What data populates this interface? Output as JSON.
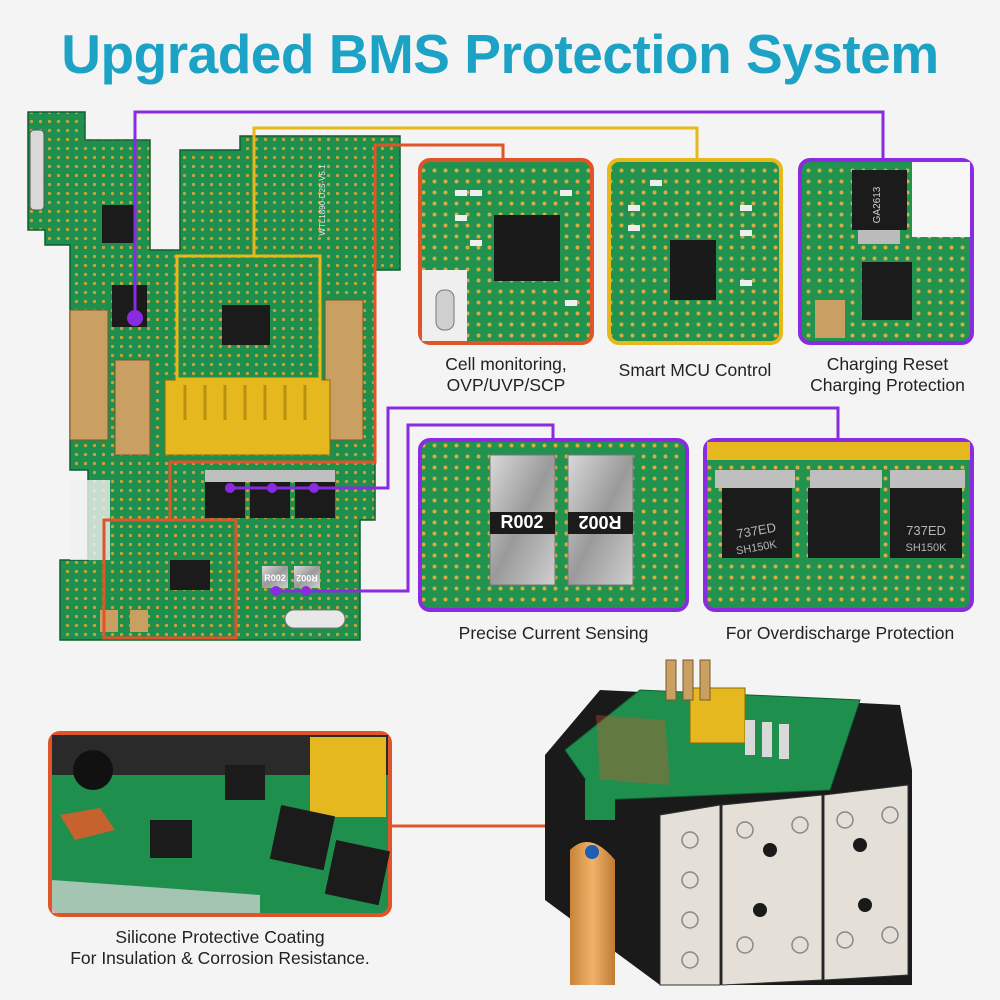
{
  "title": "Upgraded BMS Protection System",
  "colors": {
    "title": "#1ba2c4",
    "orange": "#e0542a",
    "yellow": "#e8b71a",
    "purple": "#8a2be2",
    "pcb": "#1f8f4e"
  },
  "features": [
    {
      "id": "cell",
      "lines": [
        "Cell monitoring,",
        "OVP/UVP/SCP"
      ],
      "border": "orange"
    },
    {
      "id": "mcu",
      "lines": [
        "Smart MCU Control"
      ],
      "border": "yellow"
    },
    {
      "id": "reset",
      "lines": [
        "Charging Reset",
        "Charging Protection"
      ],
      "border": "purple"
    },
    {
      "id": "current",
      "lines": [
        "Precise Current Sensing"
      ],
      "border": "purple"
    },
    {
      "id": "overdischarge",
      "lines": [
        "For Overdischarge Protection"
      ],
      "border": "purple"
    },
    {
      "id": "coating",
      "lines": [
        "Silicone Protective Coating",
        "For Insulation & Corrosion Resistance."
      ],
      "border": "orange"
    }
  ],
  "markings": {
    "resistor": "R002",
    "mosfet": "737ED",
    "mosfet_sub": "SH150K",
    "diode": "GA2613",
    "board": "WTL1890-D25-V5.1"
  }
}
